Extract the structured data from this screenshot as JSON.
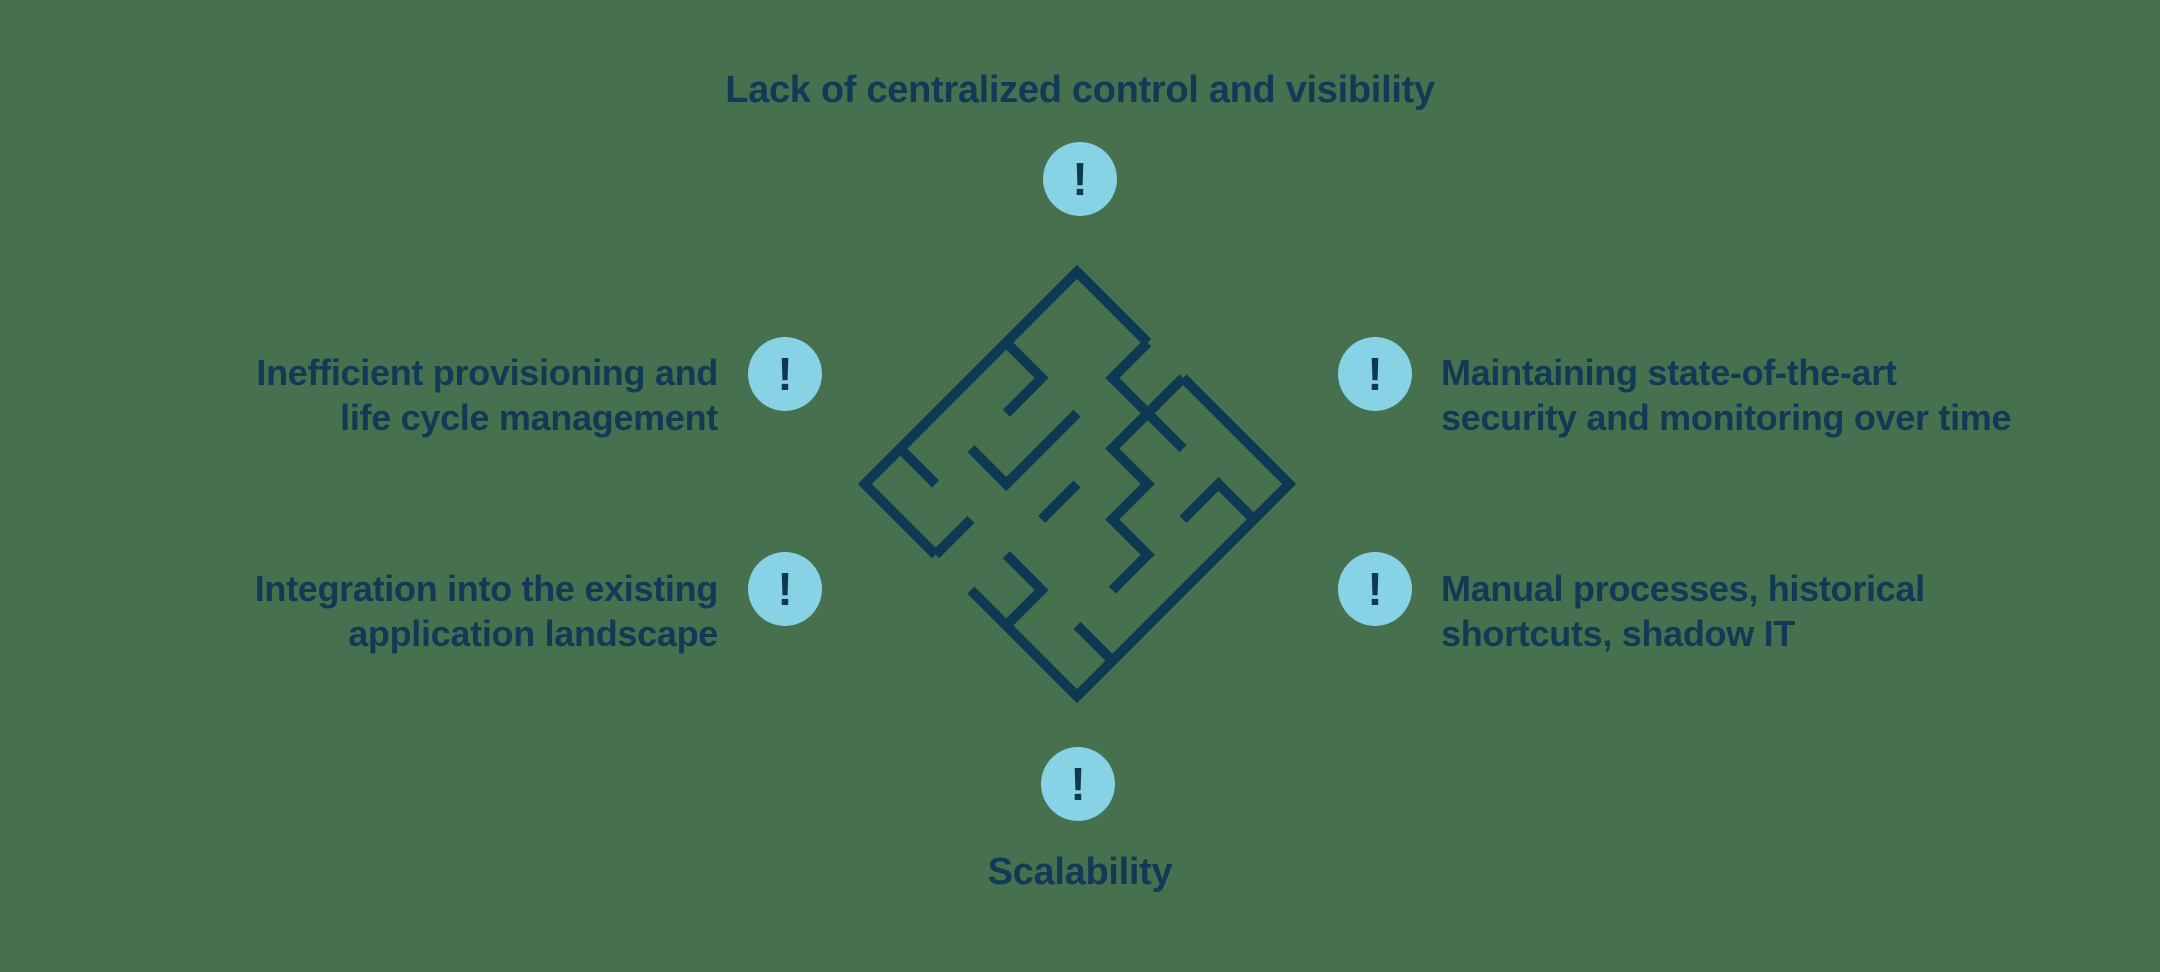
{
  "colors": {
    "background": "#47704E",
    "badge_bg": "#87D2E4",
    "badge_fg": "#0D3A52",
    "text": "#113A56",
    "maze": "#0D3A52"
  },
  "center": {
    "icon": "maze-icon"
  },
  "items": {
    "top": {
      "label": "Lack of centralized control and visibility",
      "badge": "!"
    },
    "left_upper": {
      "label": "Inefficient provisioning and\nlife cycle management",
      "badge": "!"
    },
    "left_lower": {
      "label": "Integration into the existing\napplication landscape",
      "badge": "!"
    },
    "right_upper": {
      "label": "Maintaining state-of-the-art\nsecurity and monitoring over time",
      "badge": "!"
    },
    "right_lower": {
      "label": "Manual processes, historical\nshortcuts, shadow IT",
      "badge": "!"
    },
    "bottom": {
      "label": "Scalability",
      "badge": "!"
    }
  }
}
